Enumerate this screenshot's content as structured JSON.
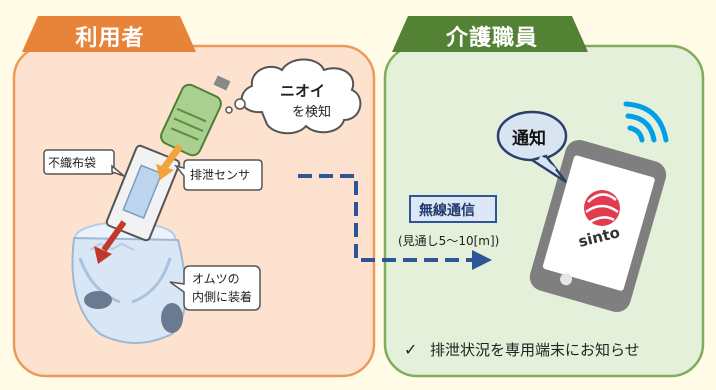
{
  "left_panel": {
    "title": "利用者",
    "color": "#e8833a",
    "fill": "#fde2cf"
  },
  "right_panel": {
    "title": "介護職員",
    "color": "#548235",
    "fill": "#e5f0da"
  },
  "smell_cloud": {
    "line1": "ニオイ",
    "line2": "を検知"
  },
  "labels": {
    "nonwoven_bag": "不織布袋",
    "sensor": "排泄センサ",
    "diaper_line1": "オムツの",
    "diaper_line2": "内側に装着"
  },
  "wireless": {
    "label": "無線通信",
    "range": "(見通し5～10[m])"
  },
  "phone": {
    "notify": "通知",
    "brand": "sinto"
  },
  "footer": {
    "check": "✓",
    "text": "排泄状況を専用端末にお知らせ"
  }
}
